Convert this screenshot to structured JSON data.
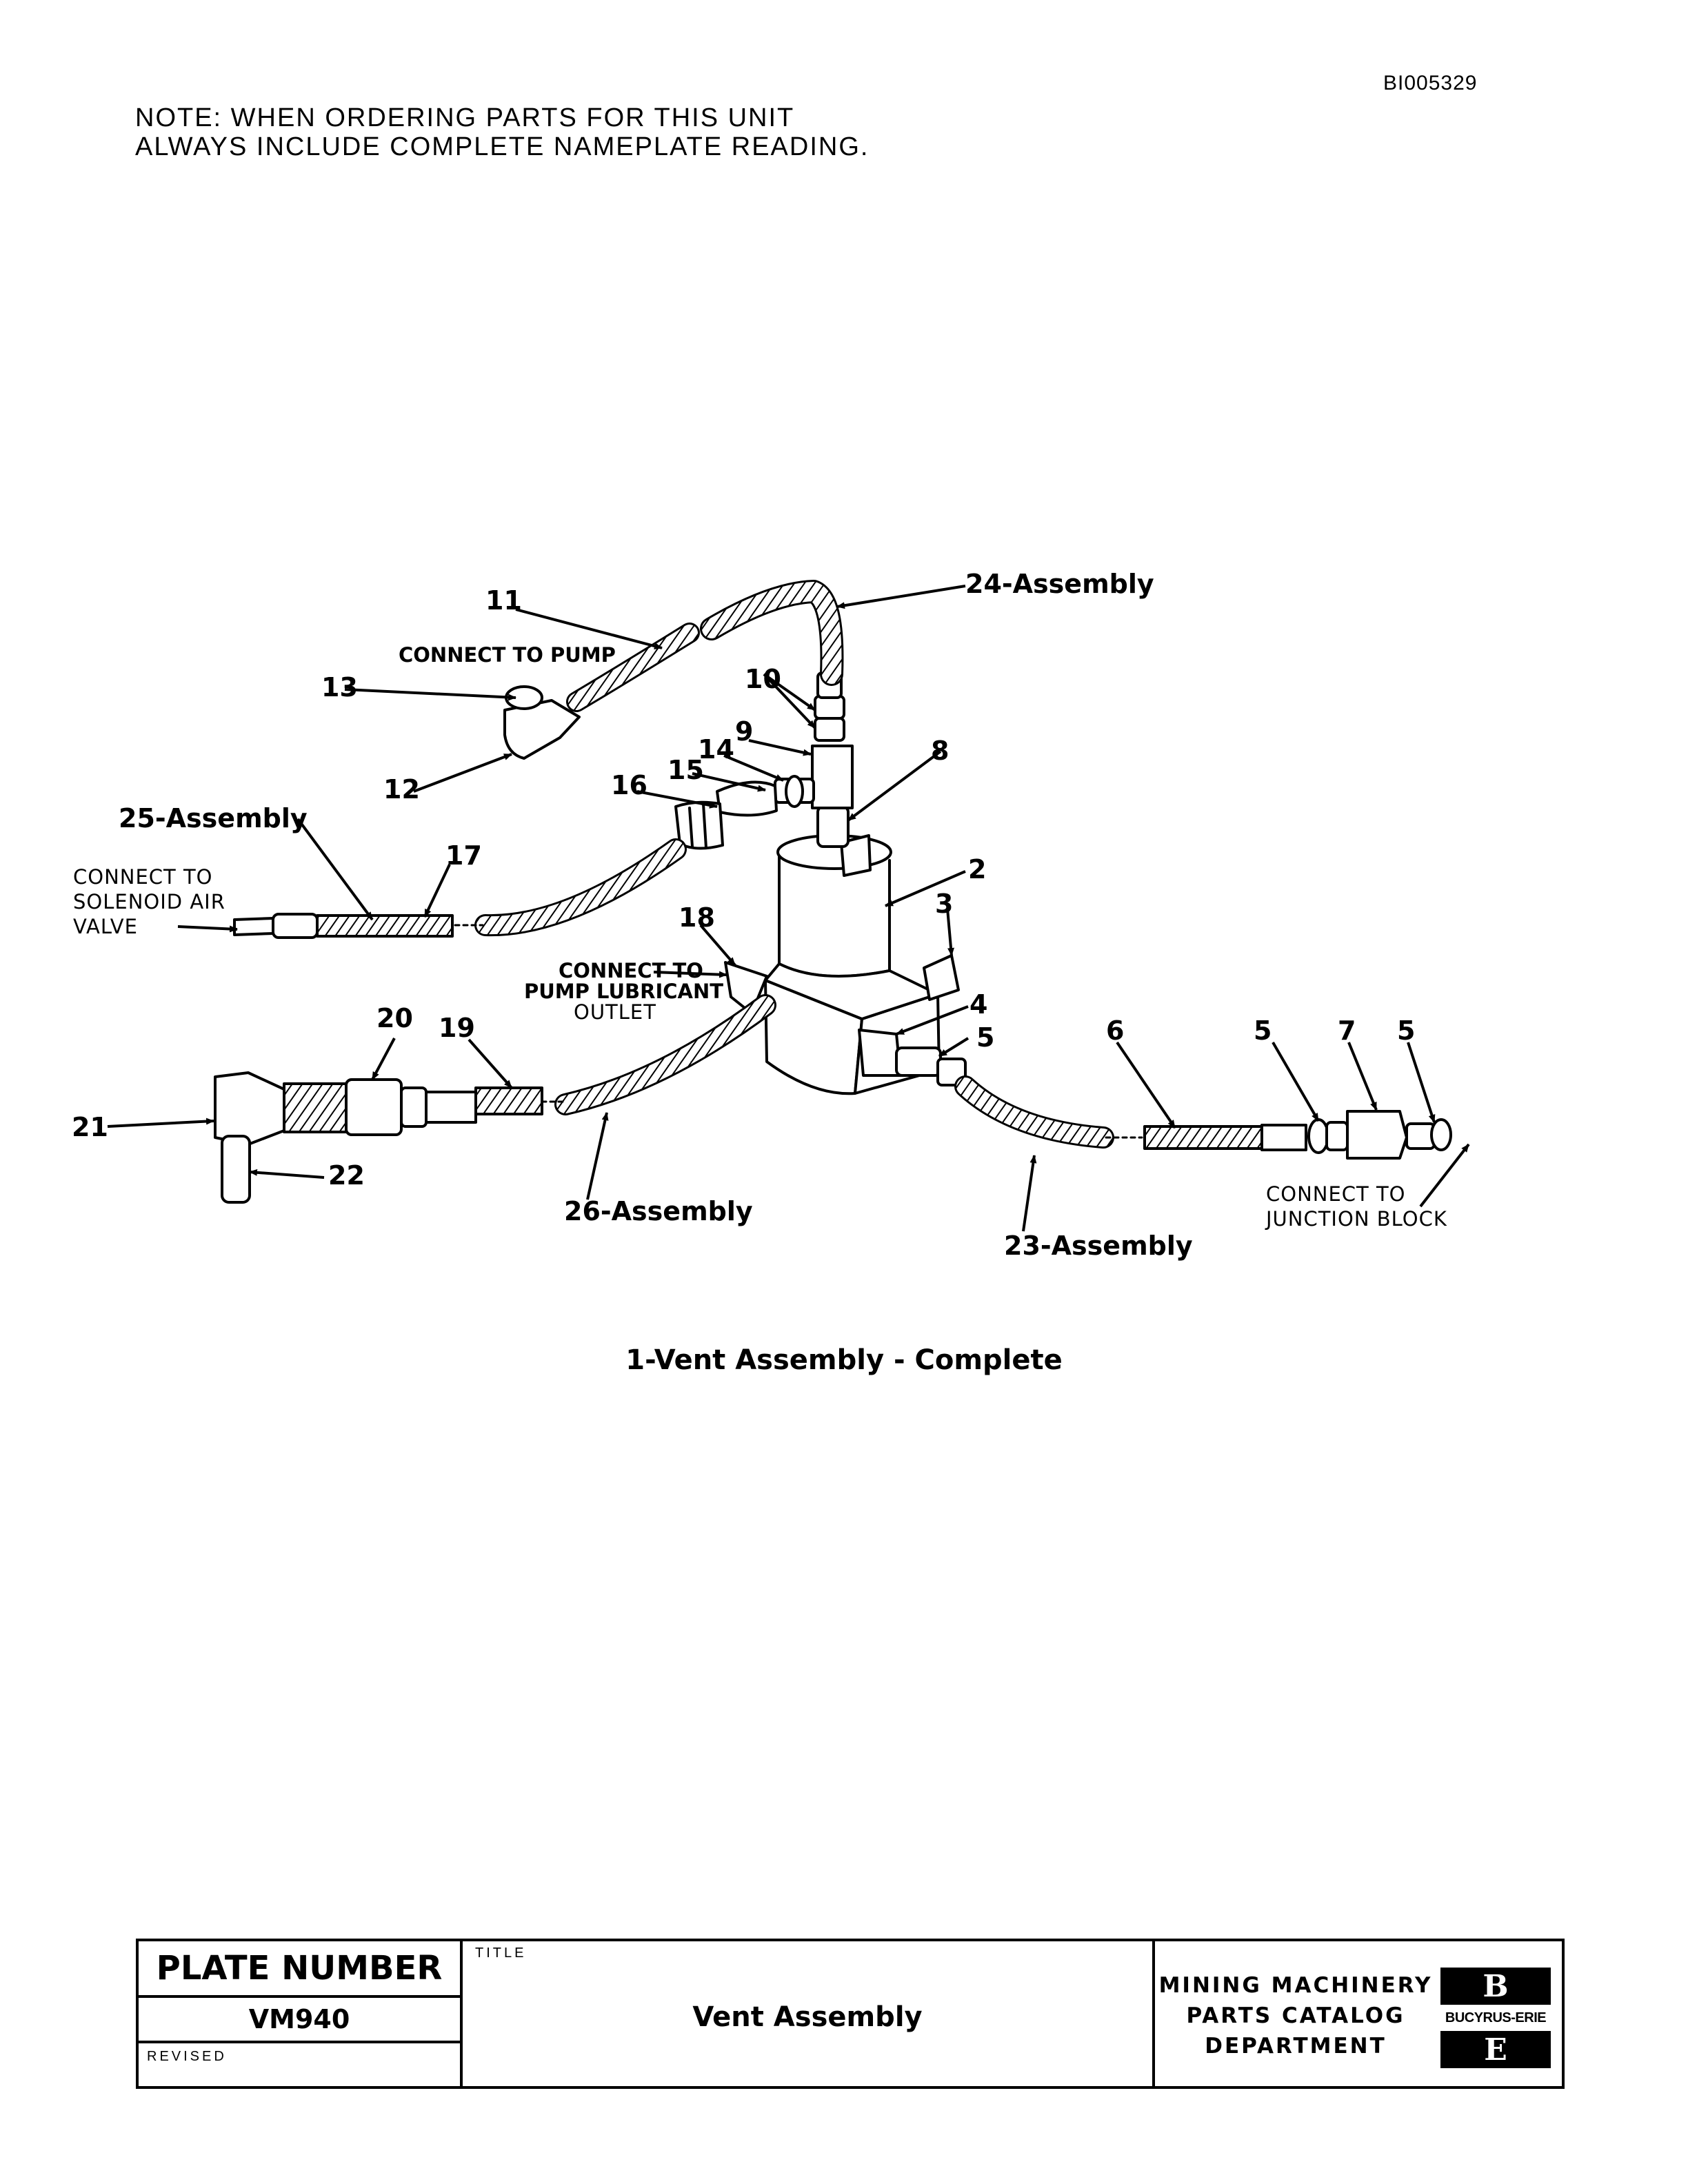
{
  "document": {
    "doc_id": "BI005329",
    "note_lines": [
      "NOTE:  WHEN ORDERING PARTS FOR THIS UNIT",
      "ALWAYS INCLUDE COMPLETE NAMEPLATE READING."
    ]
  },
  "diagram": {
    "caption": "1-Vent  Assembly - Complete",
    "part_labels": {
      "p2": "2",
      "p3": "3",
      "p4": "4",
      "p5a": "5",
      "p5b": "5",
      "p5c": "5",
      "p6": "6",
      "p7": "7",
      "p8": "8",
      "p9": "9",
      "p10": "10",
      "p11": "11",
      "p12": "12",
      "p13": "13",
      "p14": "14",
      "p15": "15",
      "p16": "16",
      "p17": "17",
      "p18": "18",
      "p19": "19",
      "p20": "20",
      "p21": "21",
      "p22": "22"
    },
    "assembly_labels": {
      "a23": "23-Assembly",
      "a24": "24-Assembly",
      "a25": "25-Assembly",
      "a26": "26-Assembly"
    },
    "connect_notes": {
      "pump": "CONNECT  TO  PUMP",
      "solenoid": [
        "CONNECT  TO",
        "SOLENOID  AIR",
        "VALVE"
      ],
      "lubricant": [
        "CONNECT  TO",
        "PUMP LUBRICANT",
        "OUTLET"
      ],
      "junction": [
        "CONNECT   TO",
        "JUNCTION   BLOCK"
      ]
    }
  },
  "title_block": {
    "plate_number_label": "PLATE NUMBER",
    "plate_number": "VM940",
    "revised_label": "REVISED",
    "title_label": "TITLE",
    "title": "Vent  Assembly",
    "department_lines": [
      "MINING MACHINERY",
      "PARTS CATALOG",
      "DEPARTMENT"
    ],
    "logo_top": "B",
    "logo_name": "BUCYRUS-ERIE",
    "logo_bottom": "E"
  }
}
